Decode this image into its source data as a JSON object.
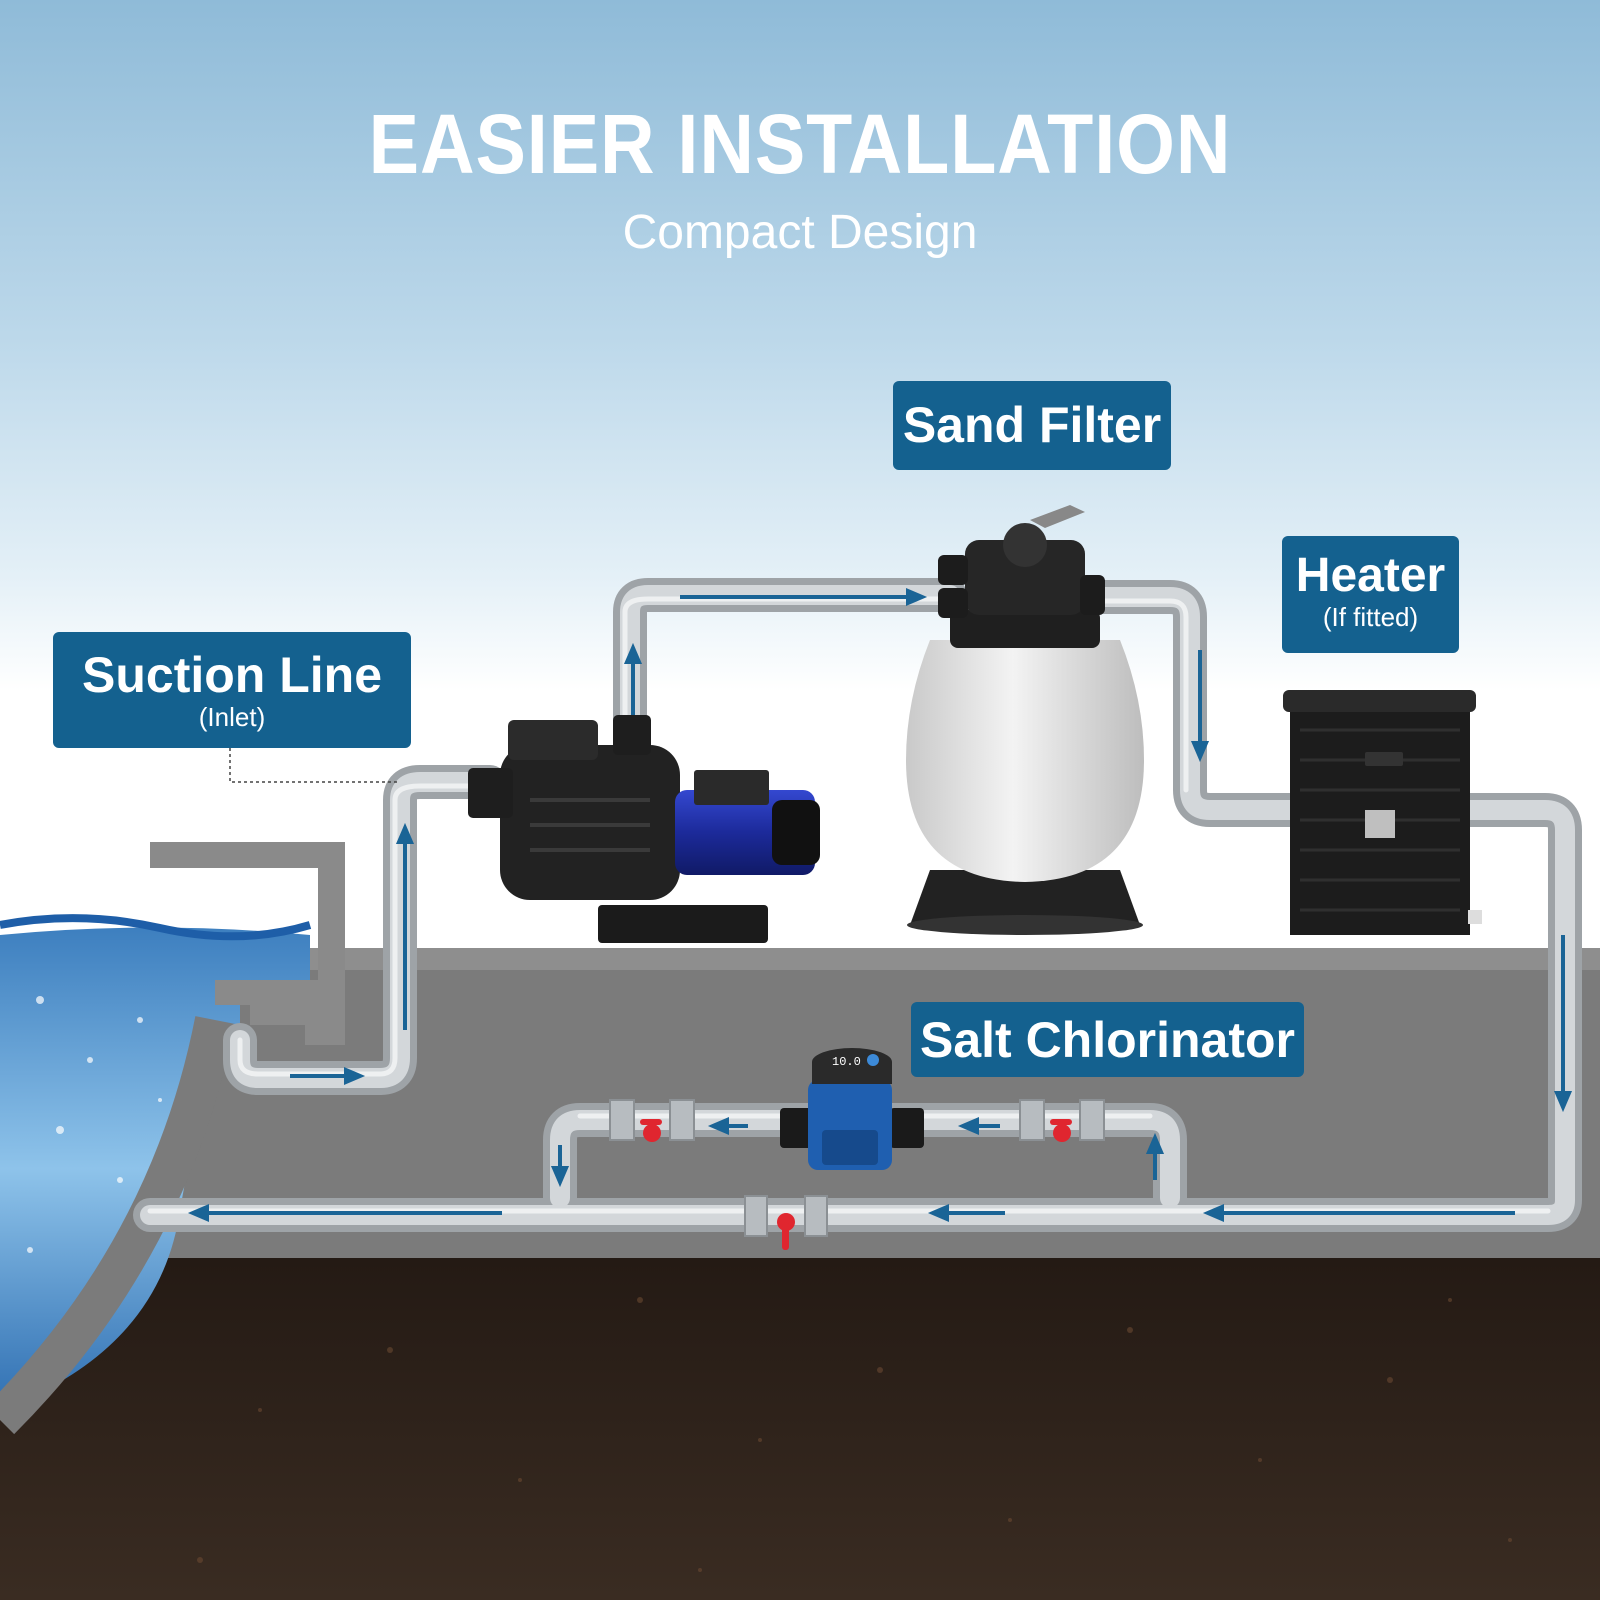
{
  "header": {
    "title": "EASIER INSTALLATION",
    "subtitle": "Compact Design"
  },
  "labels": {
    "suction_line": {
      "title": "Suction Line",
      "subtitle": "(Inlet)"
    },
    "sand_filter": {
      "title": "Sand Filter"
    },
    "heater": {
      "title": "Heater",
      "subtitle": "(If fitted)"
    },
    "salt_chlorinator": {
      "title": "Salt Chlorinator"
    }
  },
  "chlorinator_display": "10.0",
  "colors": {
    "label_box": "#14618f",
    "flow_arrow": "#1a6496",
    "sky_top": "#8fbbd8",
    "ground": "#7c7c7c",
    "soil": "#2e231c",
    "pipe": "#c9cdd0",
    "pump_motor": "#2436b8"
  },
  "icons": [
    "pool-pump-icon",
    "sand-filter-icon",
    "heat-pump-icon",
    "salt-chlorinator-icon",
    "ball-valve-icon",
    "pool-water-icon"
  ]
}
